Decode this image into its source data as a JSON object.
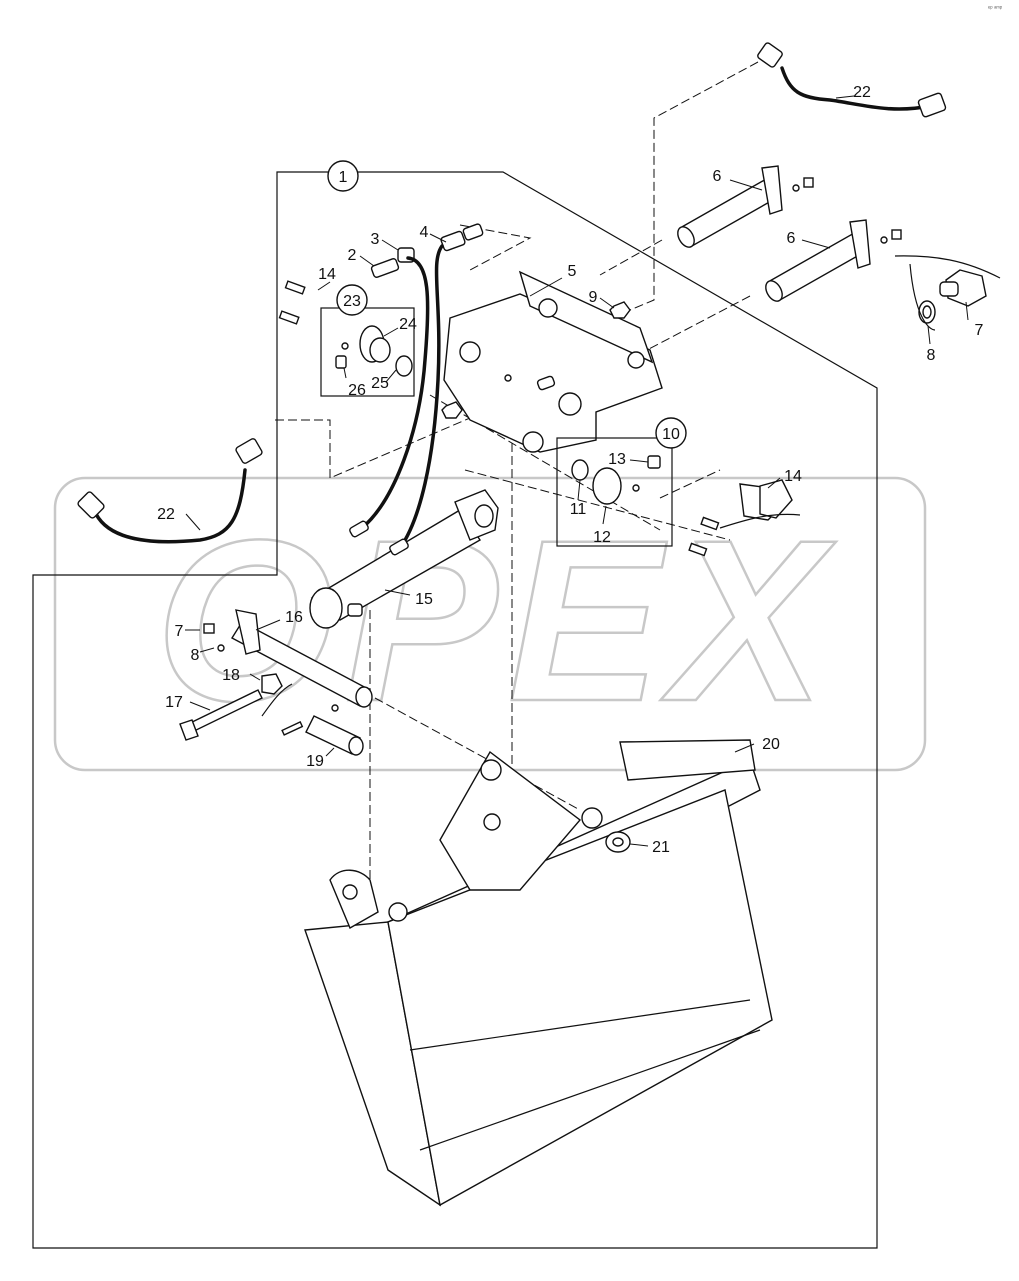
{
  "corner_mark": "ᵉᵖ ᵃᵐᵖ",
  "watermark": "OPEX",
  "colors": {
    "ink": "#111111",
    "paper": "#ffffff",
    "watermark": "#c8c8c8"
  },
  "callouts": {
    "c1": "1",
    "c2": "2",
    "c3": "3",
    "c4": "4",
    "c5": "5",
    "c6a": "6",
    "c6b": "6",
    "c7a": "7",
    "c7b": "7",
    "c8a": "8",
    "c8b": "8",
    "c9": "9",
    "c10": "10",
    "c11": "11",
    "c12": "12",
    "c13": "13",
    "c14a": "14",
    "c14b": "14",
    "c15": "15",
    "c16": "16",
    "c17": "17",
    "c18": "18",
    "c19": "19",
    "c20": "20",
    "c21": "21",
    "c22a": "22",
    "c22b": "22",
    "c23": "23",
    "c24": "24",
    "c25": "25",
    "c26": "26"
  }
}
